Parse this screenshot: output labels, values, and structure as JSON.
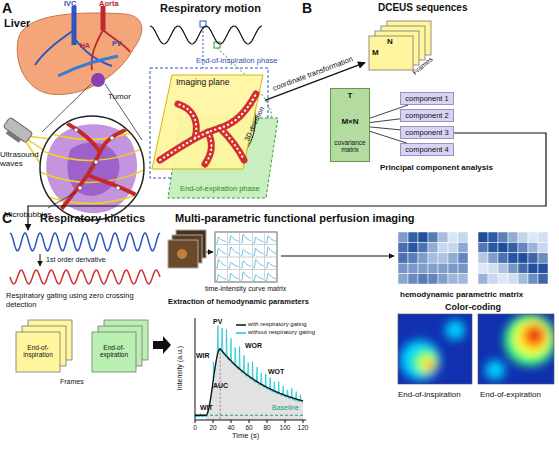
{
  "diagram": {
    "nodes": [
      {
        "text": [
          "Imaging plane"
        ]
      },
      {
        "text": [
          "M",
          "N",
          "Frames"
        ]
      },
      {
        "text": [
          "T",
          "M×N",
          "covariance matrix"
        ]
      },
      {
        "text": [
          "component 1"
        ]
      },
      {
        "text": [
          "component 2"
        ]
      },
      {
        "text": [
          "component 3"
        ]
      },
      {
        "text": [
          "component 4"
        ]
      },
      {
        "text": [
          "End-of-inspiration"
        ]
      },
      {
        "text": [
          "End-of-expiration"
        ]
      }
    ],
    "edges": [
      {
        "from": 0,
        "to": 1,
        "arrow": "to",
        "label": "coordinate transformation"
      },
      {
        "from": 2,
        "to": 3,
        "arrow": "none"
      },
      {
        "from": 2,
        "to": 4,
        "arrow": "none"
      },
      {
        "from": 2,
        "to": 5,
        "arrow": "none"
      },
      {
        "from": 2,
        "to": 6,
        "arrow": "none"
      }
    ],
    "labels": [
      "A",
      "Liver",
      "IVC",
      "Aorta",
      "HA",
      "PV",
      "Tumor",
      "Ultrasound waves",
      "Microbubbles",
      "Respiratory motion",
      "End-of-inspiration phase",
      "3D direction",
      "End-of-expiration phase",
      "B",
      "DCEUS sequences",
      "Principal component analysis",
      "C",
      "Respiratory kinetics",
      "1st order derivative",
      "Respiratory gating using zero crossing detection",
      "Frames",
      "Multi-parametric functional perfusion imaging",
      "time-intensity curve matrix",
      "Extraction of hemodynamic parameters",
      "PV",
      "WIR",
      "WOR",
      "AUC",
      "WOT",
      "WIT",
      "Baseline",
      "Intensity (a.u.)",
      "Time (s)",
      "0",
      "20",
      "40",
      "60",
      "80",
      "100",
      "120",
      "hemodynamic parametric matrix",
      "Color-coding",
      "End-of-inspiration",
      "End-of-expiration"
    ],
    "legend": [
      {
        "text": "with respiratory gating"
      },
      {
        "text": "without respiratory gating"
      }
    ]
  }
}
